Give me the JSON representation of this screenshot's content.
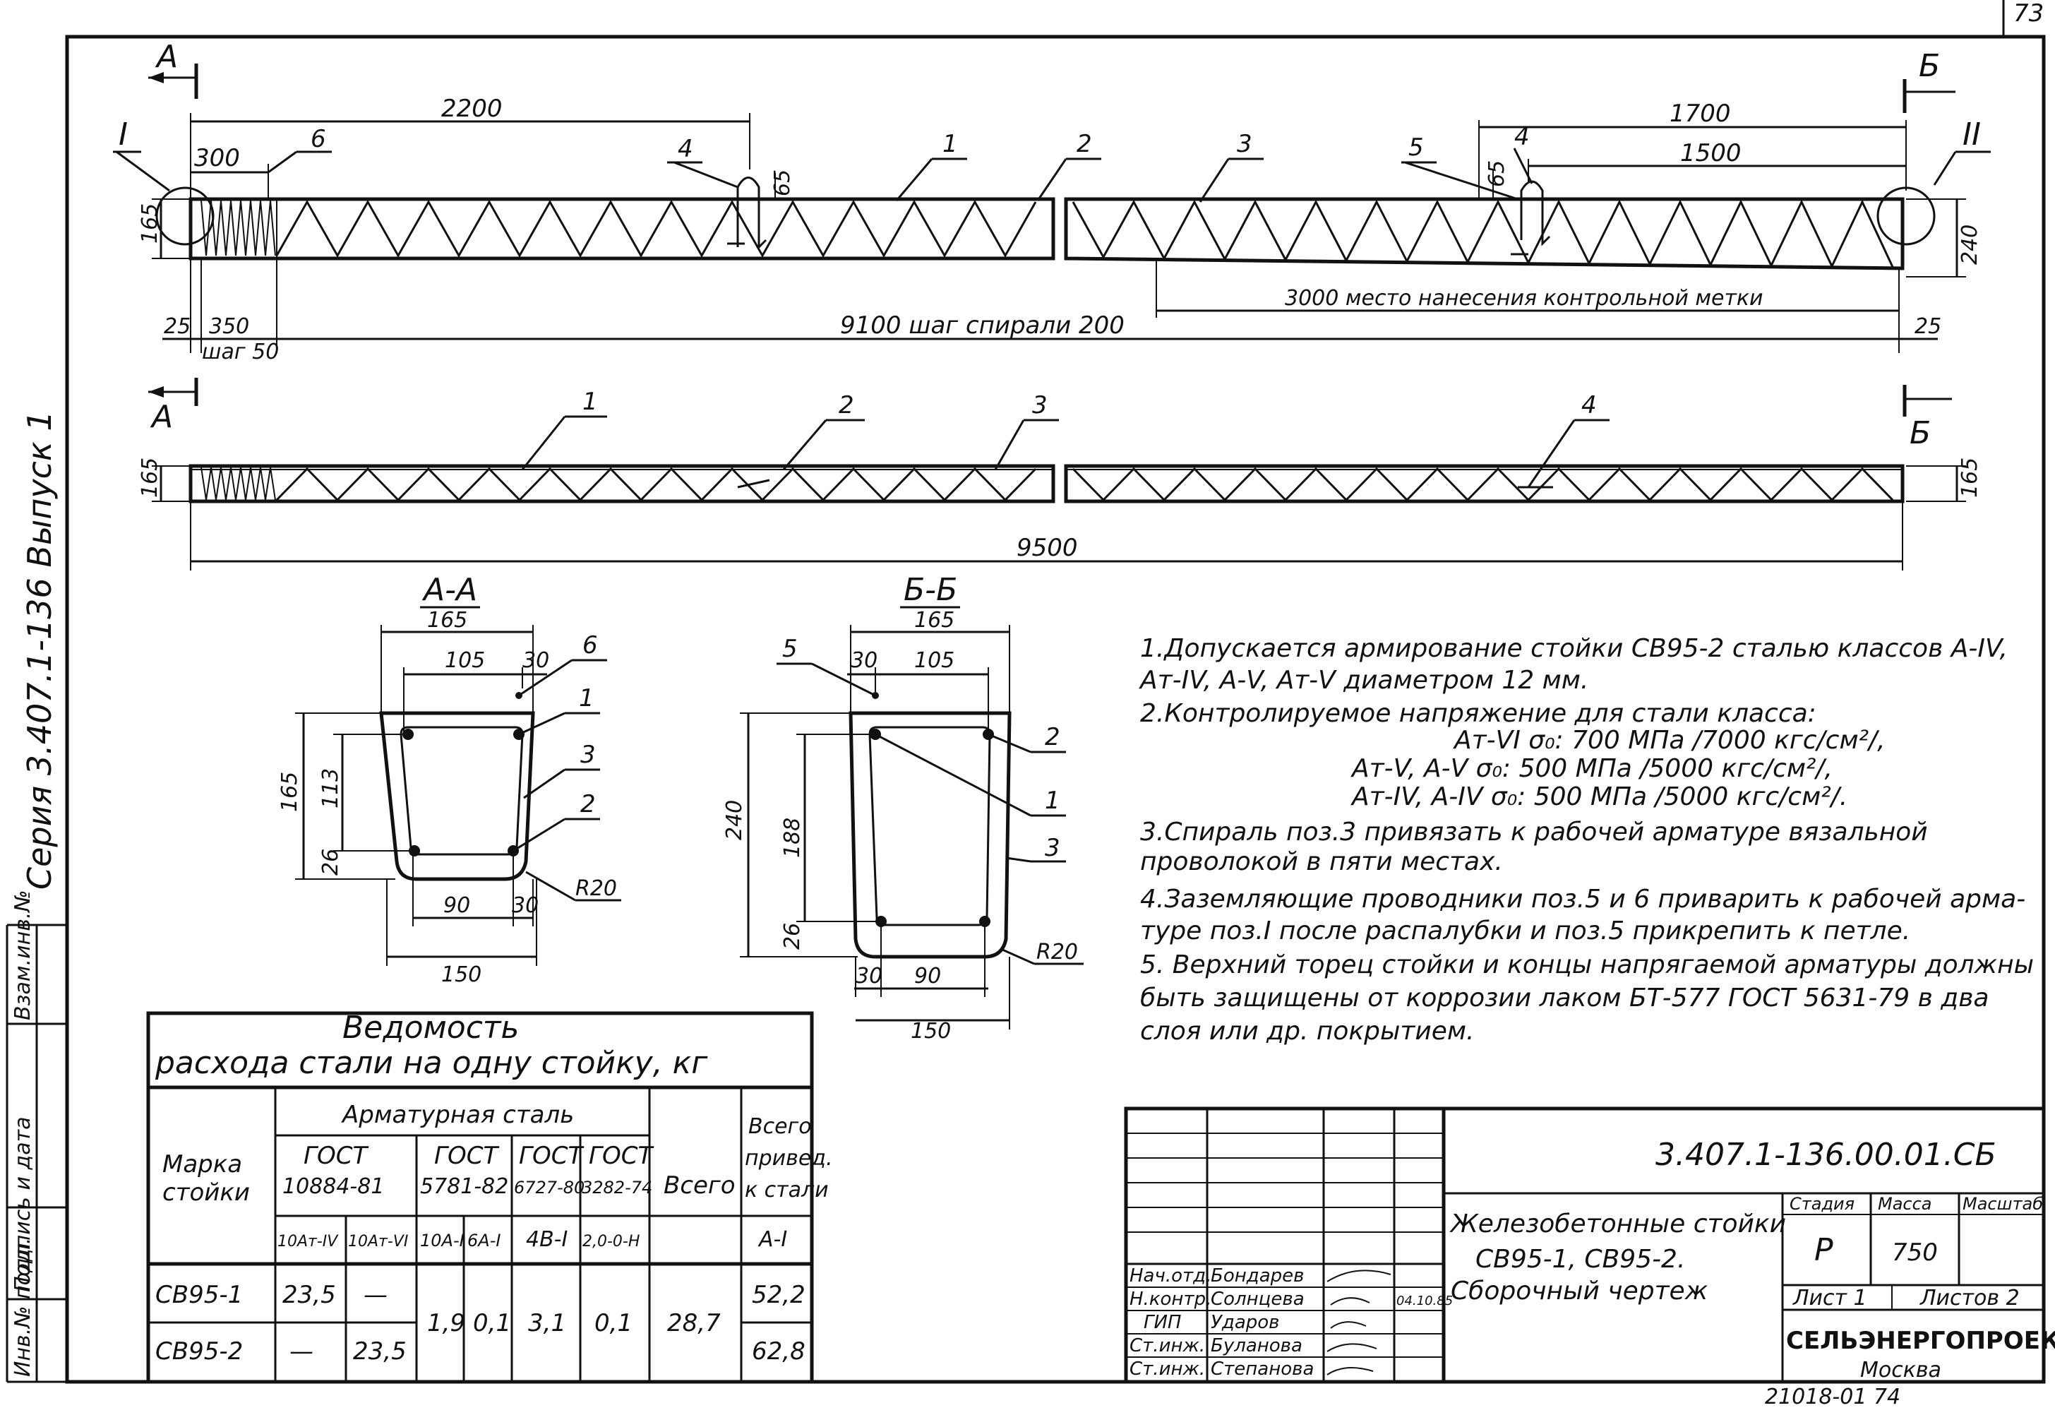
{
  "page_number": "73",
  "side_label": "Серия 3.407.1-136 Выпуск 1",
  "left_stamp": [
    "Инв.№ подл.",
    "Подпись и дата",
    "Взам.инв.№"
  ],
  "top_view": {
    "section_a": "А",
    "section_b": "Б",
    "node_1": "I",
    "node_2": "II",
    "dim_2200": "2200",
    "dim_300": "300",
    "dim_1700": "1700",
    "dim_1500": "1500",
    "dim_65a": "65",
    "dim_65b": "65",
    "dim_165": "165",
    "dim_240": "240",
    "dim_25a": "25",
    "dim_350": "350",
    "step_50": "шаг 50",
    "dim_9100": "9100  шаг спирали  200",
    "dim_3000": "3000 место нанесения  контрольной метки",
    "dim_25b": "25",
    "pos": [
      "6",
      "4",
      "1",
      "2",
      "3",
      "5",
      "4"
    ]
  },
  "bottom_view": {
    "section_a": "А",
    "section_b": "Б",
    "dim_165a": "165",
    "dim_165b": "165",
    "dim_9500": "9500",
    "pos": [
      "1",
      "2",
      "3",
      "4"
    ]
  },
  "section_aa": {
    "title": "А-А",
    "d165_top": "165",
    "d105": "105",
    "d30_top": "30",
    "d165_side": "165",
    "d113": "113",
    "d26": "26",
    "d90": "90",
    "d30_bot": "30",
    "d150": "150",
    "r20": "R20",
    "pos": [
      "6",
      "1",
      "3",
      "2"
    ]
  },
  "section_bb": {
    "title": "Б-Б",
    "d165_top": "165",
    "d30_top": "30",
    "d105": "105",
    "d240": "240",
    "d188": "188",
    "d26": "26",
    "d30_bot": "30",
    "d90": "90",
    "d150": "150",
    "r20": "R20",
    "pos": [
      "5",
      "2",
      "1",
      "3"
    ]
  },
  "notes": [
    "1.Допускается армирование стойки СВ95-2 сталью классов А-IV,",
    "Ат-IV, А-V, Ат-V  диаметром  12 мм.",
    "2.Контролируемое напряжение для стали класса:",
    "Ат-VI    σ₀: 700 МПа /7000 кгс/см²/,",
    "Ат-V,   А-V    σ₀: 500 МПа /5000 кгс/см²/,",
    "Ат-IV,   А-IV    σ₀: 500 МПа /5000 кгс/см²/.",
    "3.Спираль поз.3 привязать к рабочей арматуре вязальной",
    "проволокой в пяти  местах.",
    "4.Заземляющие проводники поз.5 и 6 приварить к рабочей арма-",
    "туре поз.I после распалубки и поз.5 прикрепить  к петле.",
    "5. Верхний торец стойки и концы напрягаемой арматуры должны",
    "быть защищены от коррозии лаком БТ-577 ГОСТ 5631-79  в  два",
    "слоя или  др. покрытием."
  ],
  "steel_table": {
    "title_1": "Ведомость",
    "title_2": "расхода  стали  на  одну  стойку, кг",
    "col_mark": "Марка стойки",
    "col_mark_1": "Марка",
    "col_mark_2": "стойки",
    "col_armature": "Арматурная  сталь",
    "gost_1a": "ГОСТ",
    "gost_1b": "10884-81",
    "gost_2a": "ГОСТ",
    "gost_2b": "5781-82",
    "gost_3a": "ГОСТ",
    "gost_3b": "6727-80",
    "gost_4a": "ГОСТ",
    "gost_4b": "3282-74",
    "col_total": "Всего",
    "col_reduced_1": "Всего",
    "col_reduced_2": "привед.",
    "col_reduced_3": "к стали",
    "col_reduced_4": "А-I",
    "sub": [
      "10Ат-IV",
      "10Ат-VI",
      "10А-I",
      "6А-I",
      "4В-I",
      "2,0-0-Н"
    ],
    "rows": [
      {
        "mark": "СВ95-1",
        "c1": "23,5",
        "c2": "—",
        "total_reduced": "52,2"
      },
      {
        "mark": "СВ95-2",
        "c1": "—",
        "c2": "23,5",
        "total_reduced": "62,8"
      }
    ],
    "shared": {
      "c3": "1,9",
      "c4": "0,1",
      "c5": "3,1",
      "c6": "0,1",
      "total": "28,7"
    }
  },
  "title_block": {
    "code": "3.407.1-136.00.01.СБ",
    "desc_1": "Железобетонные стойки",
    "desc_2": "СВ95-1, СВ95-2.",
    "desc_3": "Сборочный  чертеж",
    "stage_h": "Стадия",
    "mass_h": "Масса",
    "scale_h": "Масштаб",
    "stage": "Р",
    "mass": "750",
    "sheet": "Лист 1",
    "sheets": "Листов 2",
    "org": "СЕЛЬЭНЕРГОПРОЕКТ",
    "city": "Москва",
    "sign_date": "04.10.85",
    "staff": [
      {
        "role": "Нач.отд.",
        "name": "Бондарев"
      },
      {
        "role": "Н.контр.",
        "name": "Солнцева"
      },
      {
        "role": "ГИП",
        "name": "Ударов"
      },
      {
        "role": "Ст.инж.",
        "name": "Буланова"
      },
      {
        "role": "Ст.инж.",
        "name": "Степанова"
      }
    ],
    "archive": "21018-01   74"
  }
}
